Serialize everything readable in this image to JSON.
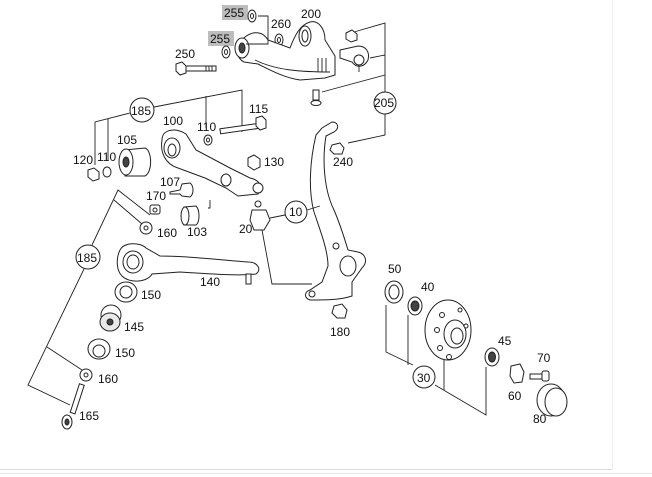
{
  "diagram": {
    "title": "Front axle suspension exploded parts diagram",
    "highlight_color": "#bdbdbd",
    "labels": {
      "p255a": "255",
      "p255b": "255",
      "p260": "260",
      "p200": "200",
      "p250": "250",
      "p205": "205",
      "p185a": "185",
      "p185b": "185",
      "p115": "115",
      "p100": "100",
      "p110a": "110",
      "p110b": "110",
      "p105": "105",
      "p120": "120",
      "p130": "130",
      "p240": "240",
      "p107": "107",
      "p170": "170",
      "p160a": "160",
      "p103": "103",
      "p10": "10",
      "p20": "20",
      "p140": "140",
      "p150a": "150",
      "p145": "145",
      "p150b": "150",
      "p160b": "160",
      "p165": "165",
      "p180": "180",
      "p50": "50",
      "p40": "40",
      "p45": "45",
      "p30": "30",
      "p70": "70",
      "p60": "60",
      "p80": "80"
    },
    "highlighted_parts": [
      "255",
      "255"
    ]
  }
}
